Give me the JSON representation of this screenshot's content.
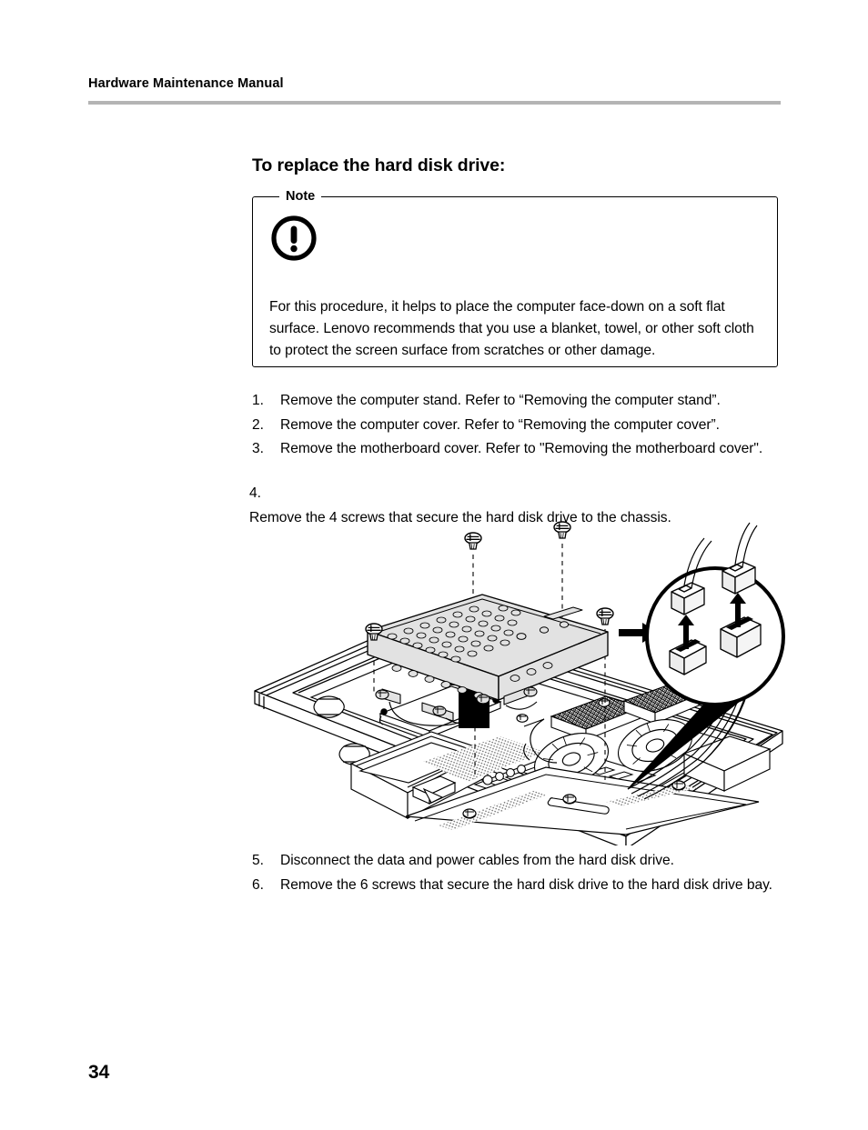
{
  "header": {
    "title": "Hardware Maintenance Manual",
    "rule_color": "#b4b4b4"
  },
  "section": {
    "title": "To replace the hard disk drive:"
  },
  "note": {
    "label": "Note",
    "icon": "exclamation-circle-icon",
    "text": "For this procedure, it helps to place the computer face-down on a soft flat surface. Lenovo recommends that you use a blanket, towel, or other soft cloth to protect the screen surface from scratches or other damage."
  },
  "steps": [
    {
      "num": "1.",
      "text": "Remove the computer stand. Refer to “Removing the computer stand”."
    },
    {
      "num": "2.",
      "text": "Remove the computer cover. Refer to “Removing the computer cover”."
    },
    {
      "num": "3.",
      "text": "Remove the motherboard cover. Refer to \"Removing the motherboard cover\"."
    },
    {
      "num": "4.",
      "text": "Remove the 4 screws that secure the hard disk drive to the chassis."
    },
    {
      "num": "5.",
      "text": "Disconnect the data and power cables from the hard disk drive."
    },
    {
      "num": "6.",
      "text": "Remove the 6 screws that secure the hard disk drive to the hard disk drive bay."
    }
  ],
  "illustration": {
    "name": "hard-disk-drive-removal-diagram",
    "alt": "Exploded view of an all-in-one computer chassis with the hard disk drive caddy lifted out, four mounting screws, SATA data and power cables, and a magnified callout showing the cable connectors being disconnected",
    "parts": [
      "hard-disk-drive-caddy",
      "mounting-screw",
      "sata-cable-connector",
      "computer-chassis",
      "cooling-fan",
      "heatsink",
      "memory-module",
      "vent-grille",
      "callout-circle",
      "lift-arrow"
    ],
    "caddy_fill": "#e2e2e2"
  },
  "footer": {
    "page_number": "34"
  }
}
